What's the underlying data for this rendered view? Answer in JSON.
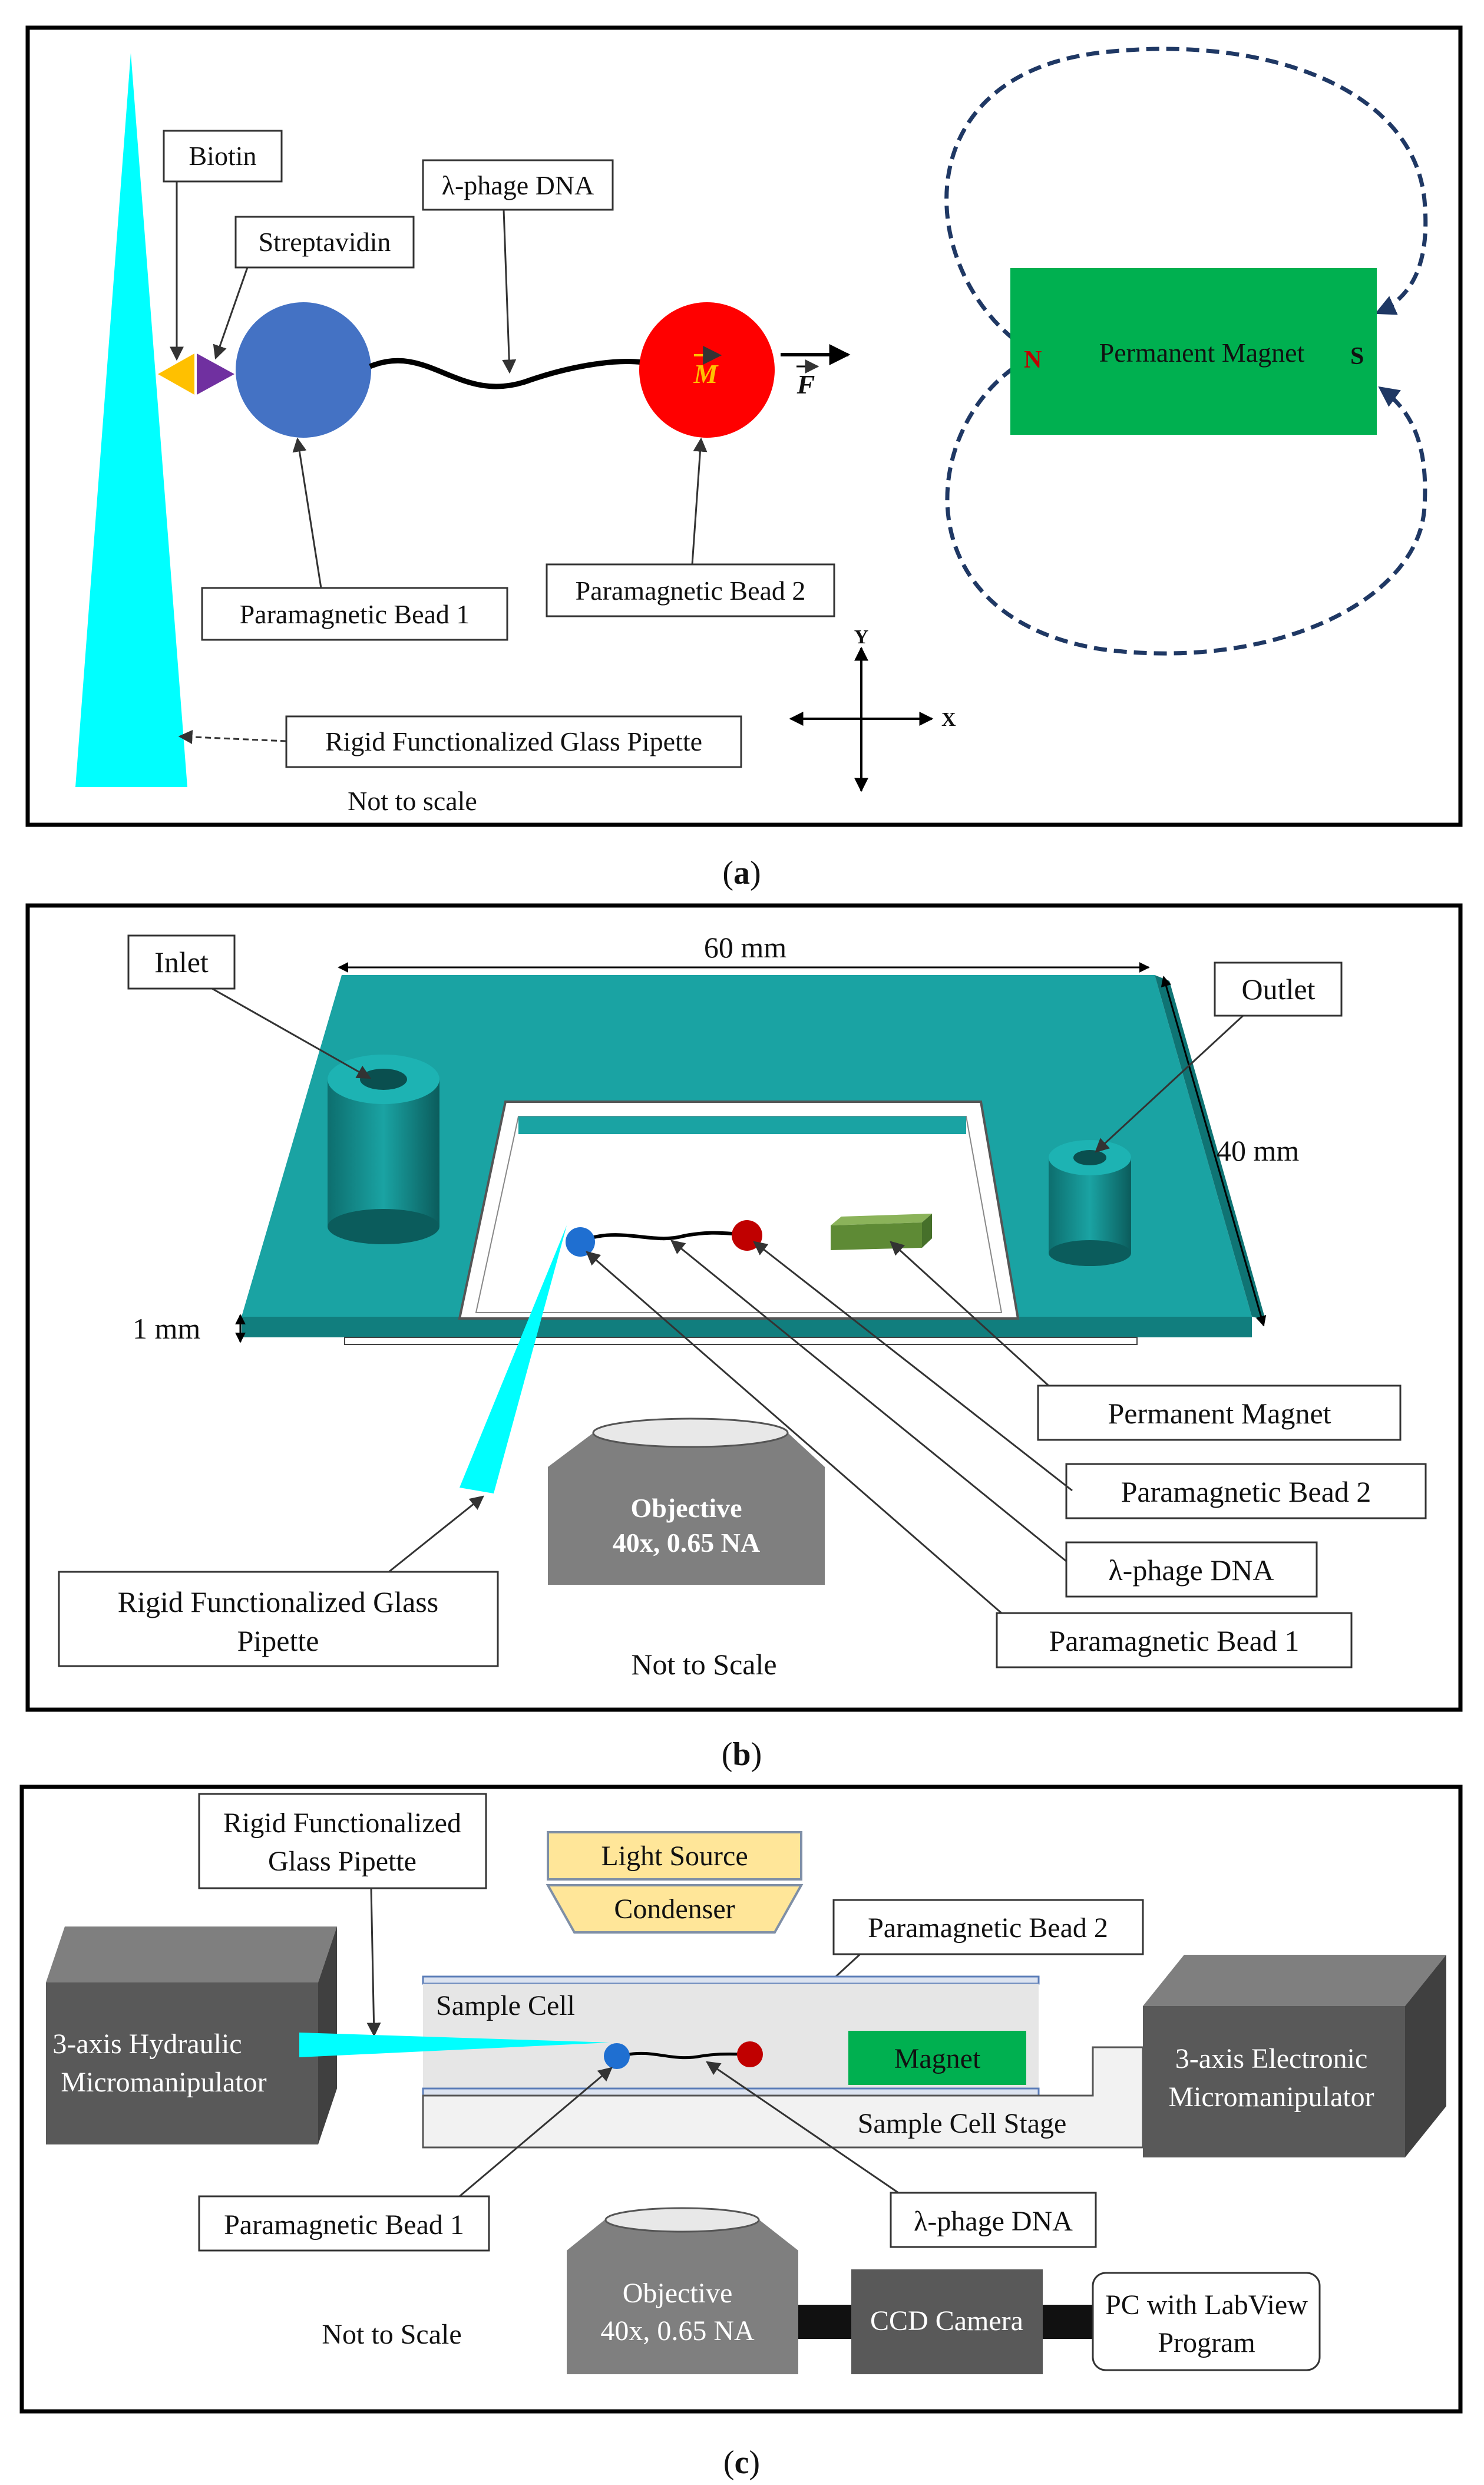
{
  "panel_a": {
    "caption_open": "(",
    "caption_letter": "a",
    "caption_close": ")",
    "label_biotin": "Biotin",
    "label_streptavidin": "Streptavidin",
    "label_dna": "λ-phage DNA",
    "label_bead1": "Paramagnetic Bead 1",
    "label_bead2": "Paramagnetic Bead 2",
    "label_pipette": "Rigid Functionalized Glass Pipette",
    "label_scale": "Not to scale",
    "magnet_label": "Permanent Magnet",
    "pole_n": "N",
    "pole_s": "S",
    "vec_m": "M",
    "vec_f": "F",
    "axis_x": "X",
    "axis_y": "Y"
  },
  "panel_b": {
    "caption_open": "(",
    "caption_letter": "b",
    "caption_close": ")",
    "label_inlet": "Inlet",
    "label_outlet": "Outlet",
    "dim_width": "60 mm",
    "dim_depth": "40 mm",
    "dim_thick": "1 mm",
    "label_magnet": "Permanent Magnet",
    "label_bead2": "Paramagnetic Bead 2",
    "label_dna": "λ-phage DNA",
    "label_bead1": "Paramagnetic Bead 1",
    "label_pipette_1": "Rigid Functionalized Glass",
    "label_pipette_2": "Pipette",
    "objective_1": "Objective",
    "objective_2": "40x, 0.65 NA",
    "label_scale": "Not to Scale"
  },
  "panel_c": {
    "caption_open": "(",
    "caption_letter": "c",
    "caption_close": ")",
    "label_pipette_1": "Rigid Functionalized",
    "label_pipette_2": "Glass Pipette",
    "light_source": "Light Source",
    "condenser": "Condenser",
    "label_bead2": "Paramagnetic Bead 2",
    "sample_cell": "Sample Cell",
    "magnet": "Magnet",
    "stage": "Sample Cell Stage",
    "hydraulic_1": "3-axis Hydraulic",
    "hydraulic_2": "Micromanipulator",
    "electronic_1": "3-axis Electronic",
    "electronic_2": "Micromanipulator",
    "label_bead1": "Paramagnetic Bead 1",
    "label_dna": "λ-phage DNA",
    "objective_1": "Objective",
    "objective_2": "40x, 0.65 NA",
    "ccd": "CCD Camera",
    "pc_1": "PC with LabView",
    "pc_2": "Program",
    "label_scale": "Not to Scale"
  },
  "colors": {
    "cyan_pipette": "#00FFFF",
    "bead_blue": "#4472C4",
    "bead_red": "#FF0000",
    "magnet_green": "#00B050",
    "field_lines": "#1F3864",
    "chip_teal": "#1AA3A3",
    "biotin_orange": "#FFC000",
    "streptavidin_purple": "#7030A0",
    "light_yellow": "#FFE699",
    "micromanipulator_gray": "#595959"
  }
}
